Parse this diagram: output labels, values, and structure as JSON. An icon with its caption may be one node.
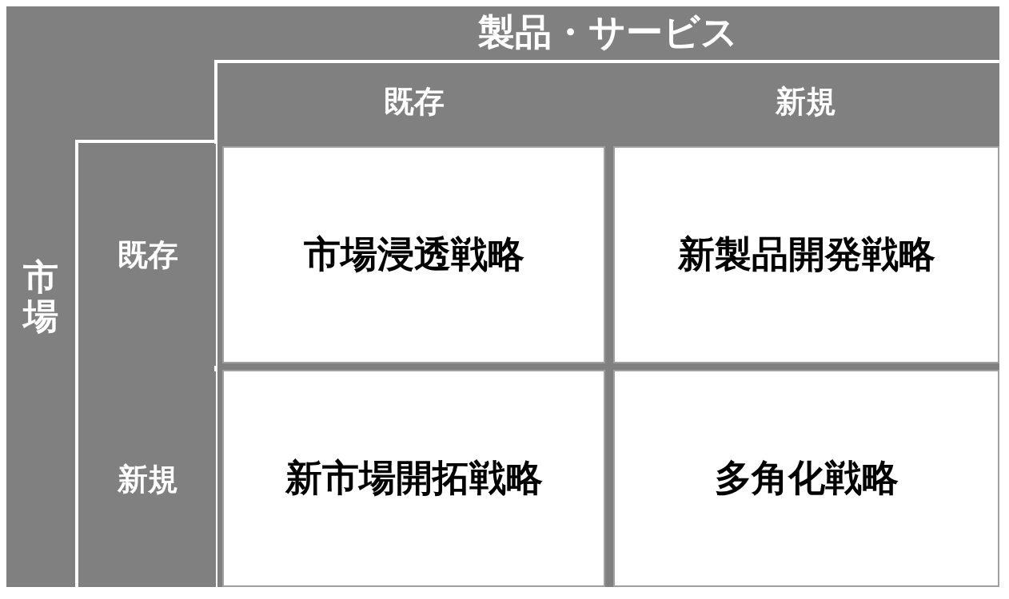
{
  "diagram": {
    "nodes": [
      {
        "text": [
          "製品・サービス"
        ]
      },
      {
        "text": [
          "市場"
        ]
      },
      {
        "text": [
          "既存"
        ]
      },
      {
        "text": [
          "新規"
        ]
      },
      {
        "text": [
          "既存"
        ]
      },
      {
        "text": [
          "新規"
        ]
      },
      {
        "text": [
          "市場浸透戦略"
        ]
      },
      {
        "text": [
          "新製品開発戦略"
        ]
      },
      {
        "text": [
          "新市場開拓戦略"
        ]
      },
      {
        "text": [
          "多角化戦略"
        ]
      }
    ]
  }
}
